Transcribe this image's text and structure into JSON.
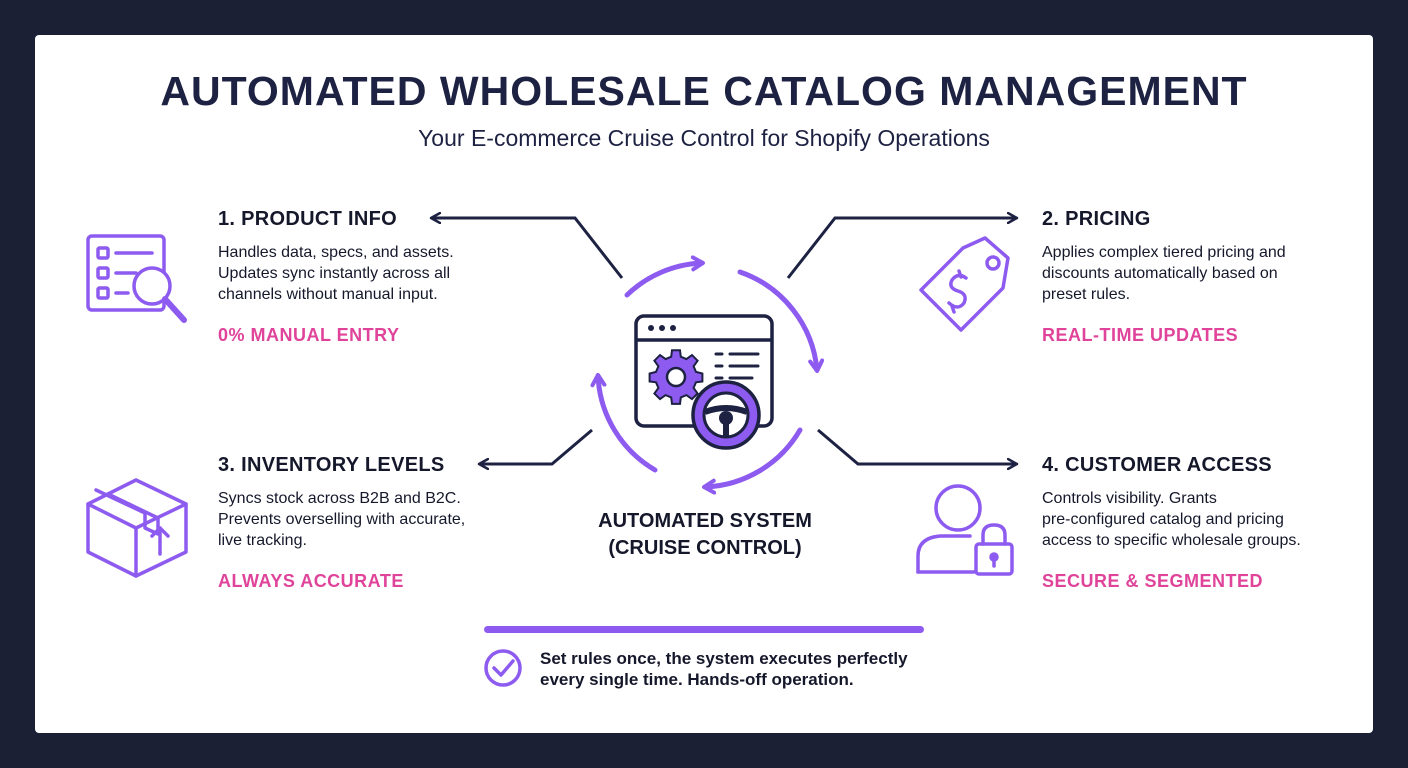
{
  "title": "AUTOMATED WHOLESALE CATALOG MANAGEMENT",
  "subtitle": "Your E-commerce Cruise Control for Shopify Operations",
  "center": {
    "label_line1": "AUTOMATED SYSTEM",
    "label_line2": "(CRUISE CONTROL)"
  },
  "sections": [
    {
      "heading": "1. PRODUCT INFO",
      "lines": [
        "Handles data, specs, and assets.",
        "Updates sync instantly across all",
        "channels without manual input."
      ],
      "tag": "0% MANUAL ENTRY",
      "icon": "document-search-icon"
    },
    {
      "heading": "2. PRICING",
      "lines": [
        "Applies complex tiered pricing and",
        "discounts automatically based on",
        "preset rules."
      ],
      "tag": "REAL-TIME UPDATES",
      "icon": "price-tag-icon"
    },
    {
      "heading": "3. INVENTORY LEVELS",
      "lines": [
        "Syncs stock across B2B and B2C.",
        "Prevents overselling with accurate,",
        "live tracking."
      ],
      "tag": "ALWAYS ACCURATE",
      "icon": "box-icon"
    },
    {
      "heading": "4. CUSTOMER ACCESS",
      "lines": [
        "Controls visibility. Grants",
        "pre-configured catalog and pricing",
        "access to specific wholesale groups."
      ],
      "tag": "SECURE & SEGMENTED",
      "icon": "user-lock-icon"
    }
  ],
  "footer": {
    "line1": "Set rules once, the system executes perfectly",
    "line2": "every single time. Hands-off operation.",
    "icon": "check-circle-icon"
  },
  "colors": {
    "background": "#1c2035",
    "card": "#ffffff",
    "accent_purple": "#8d5bf0",
    "tag_pink": "#e0449a",
    "text_dark": "#15182b"
  }
}
